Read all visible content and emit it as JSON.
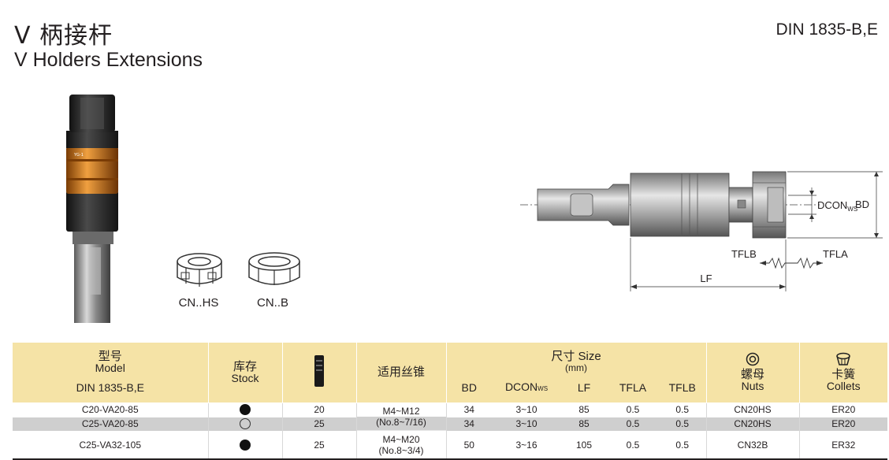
{
  "header": {
    "title_cn": "V 柄接杆",
    "title_en": "V Holders Extensions",
    "standard": "DIN 1835-B,E"
  },
  "nuts": [
    {
      "label": "CN..HS"
    },
    {
      "label": "CN..B"
    }
  ],
  "drawing": {
    "labels": {
      "dcon": "DCON",
      "dcon_sub": "WS",
      "bd": "BD",
      "tflb": "TFLB",
      "tfla": "TFLA",
      "lf": "LF"
    }
  },
  "table": {
    "model_cn": "型号",
    "model_en": "Model",
    "model_std": "DIN 1835-B,E",
    "stock_cn": "库存",
    "stock_en": "Stock",
    "thread_cn": "适用丝锥",
    "size_cn": "尺寸",
    "size_en": "Size",
    "size_unit": "(mm)",
    "cols": {
      "bd": "BD",
      "dcon": "DCON",
      "dcon_sub": "WS",
      "lf": "LF",
      "tfla": "TFLA",
      "tflb": "TFLB"
    },
    "nuts_cn": "螺母",
    "nuts_en": "Nuts",
    "collets_cn": "卡簧",
    "collets_en": "Collets",
    "rows": [
      {
        "model": "C20-VA20-85",
        "stock": "full",
        "qty": "20",
        "thread1": "M4~M12",
        "thread2": "(No.8~7/16)",
        "bd": "34",
        "dcon": "3~10",
        "lf": "85",
        "tfla": "0.5",
        "tflb": "0.5",
        "nut": "CN20HS",
        "collet": "ER20"
      },
      {
        "model": "C25-VA20-85",
        "stock": "empty",
        "qty": "25",
        "bd": "34",
        "dcon": "3~10",
        "lf": "85",
        "tfla": "0.5",
        "tflb": "0.5",
        "nut": "CN20HS",
        "collet": "ER20"
      },
      {
        "model": "C25-VA32-105",
        "stock": "full",
        "qty": "25",
        "thread1": "M4~M20",
        "thread2": "(No.8~3/4)",
        "bd": "50",
        "dcon": "3~16",
        "lf": "105",
        "tfla": "0.5",
        "tflb": "0.5",
        "nut": "CN32B",
        "collet": "ER32"
      }
    ]
  },
  "colors": {
    "header_bg": "#f5e3a6",
    "row_shade": "#cfcfcf",
    "accent_orange": "#e08a2a"
  }
}
